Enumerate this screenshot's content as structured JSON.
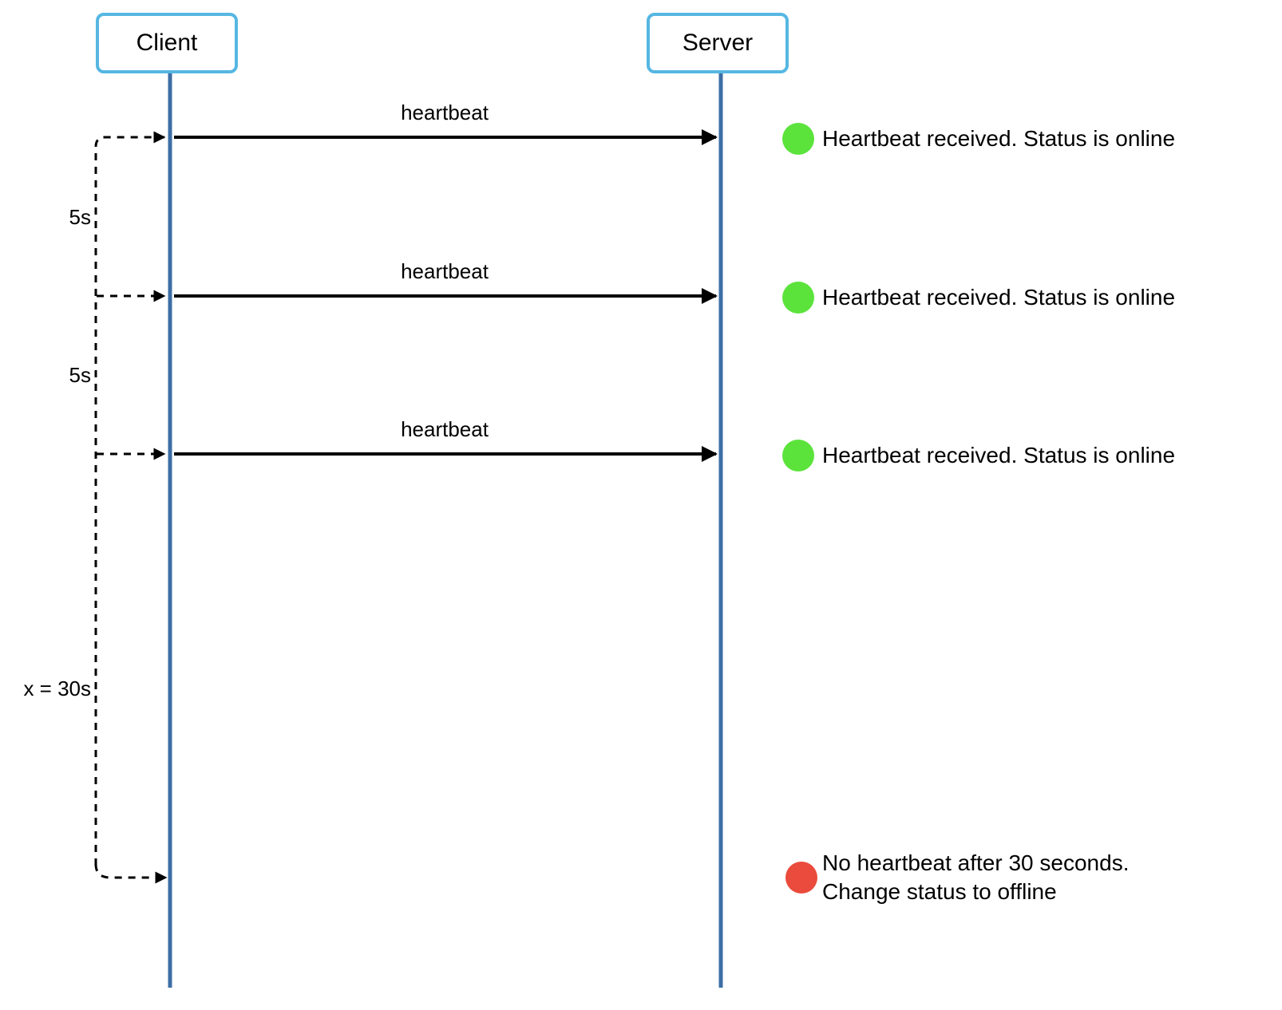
{
  "diagram": {
    "actors": [
      {
        "label": "Client"
      },
      {
        "label": "Server"
      }
    ],
    "messages": [
      {
        "label": "heartbeat",
        "status": "Heartbeat received. Status is online"
      },
      {
        "label": "heartbeat",
        "status": "Heartbeat received. Status is online"
      },
      {
        "label": "heartbeat",
        "status": "Heartbeat received. Status is online"
      }
    ],
    "timers": [
      {
        "label": "5s"
      },
      {
        "label": "5s"
      },
      {
        "label": "x = 30s"
      }
    ],
    "timeout": {
      "status_line1": "No heartbeat after 30 seconds.",
      "status_line2": "Change status to offline"
    },
    "colors": {
      "actor_border": "#56b7e2",
      "lifeline": "#3d6fa5",
      "arrow": "#000000",
      "online_dot": "#5be33c",
      "offline_dot": "#ea4b3c"
    }
  }
}
